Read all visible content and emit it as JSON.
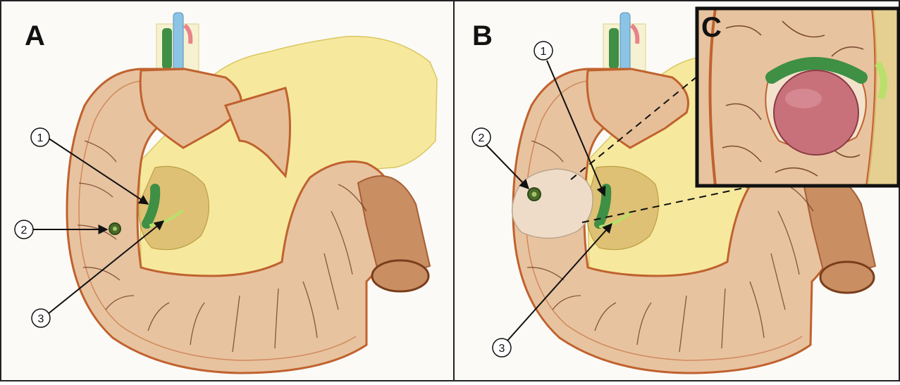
{
  "panels": {
    "a": {
      "letter": "A",
      "callouts": [
        "1",
        "2",
        "3"
      ]
    },
    "b": {
      "letter": "B",
      "callouts": [
        "1",
        "2",
        "3"
      ]
    },
    "c": {
      "letter": "C"
    }
  },
  "colors": {
    "background": "#fbfaf6",
    "pancreas": "#f6e99a",
    "duodenal_wall": "#e8c3a0",
    "wall_outline": "#c0622e",
    "mucosa_fold": "#6b3a22",
    "bile_duct": "#3f8f45",
    "pancreatic_duct": "#b9e06a",
    "portal_vein": "#8cc4e6",
    "artery": "#e8838a",
    "ampulla_mass": "#c9717a",
    "bulge": "#efdcc8",
    "jejunum": "#c98e62"
  },
  "icons": [
    "callout-circle",
    "arrow-pointer"
  ]
}
